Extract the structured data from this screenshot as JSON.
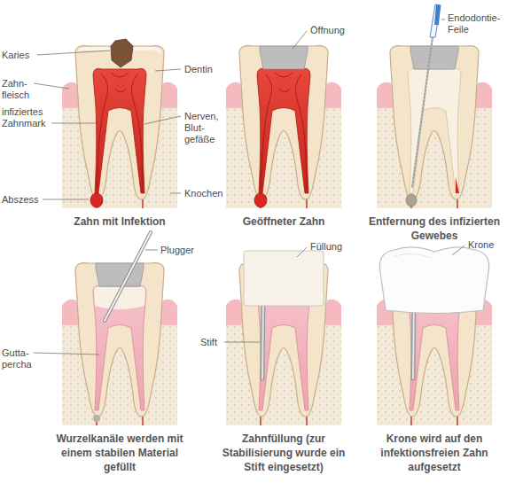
{
  "diagram": {
    "labels": [
      "Karies",
      "Zahn- fleisch",
      "infiziertes Zahnmark",
      "Abszess",
      "Dentin",
      "Nerven, Blut- gefäße",
      "Knochen",
      "Zahn mit Infektion",
      "Öffnung",
      "Geöffneter Zahn",
      "Endodontie- Feile",
      "Entfernung des infizierten Gewebes",
      "Plugger",
      "Gutta- percha",
      "Wurzelkanäle werden mit einem stabilen Material gefüllt",
      "Füllung",
      "Stift",
      "Zahnfüllung (zur Stabilisierung wurde ein Stift eingesetzt)",
      "Krone",
      "Krone wird auf den infektionsfreien Zahn aufgesetzt"
    ]
  }
}
